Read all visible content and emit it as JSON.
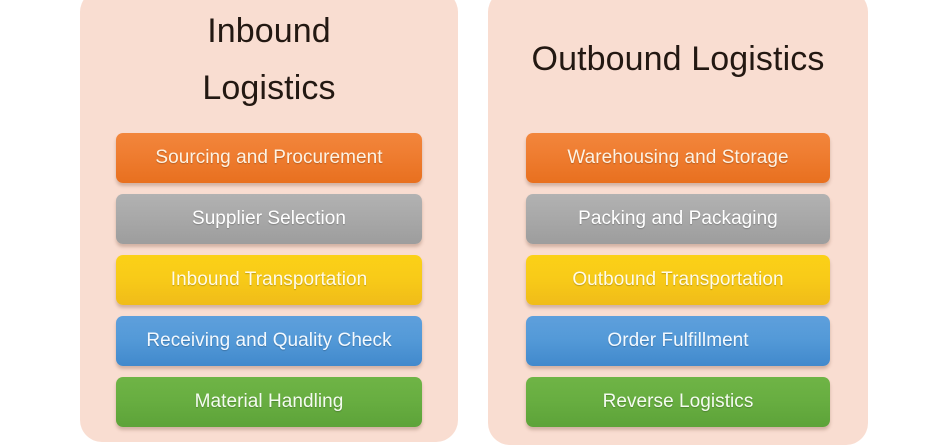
{
  "diagram": {
    "background_color": "#ffffff",
    "panel_color": "#f9ddd1",
    "title_color": "#231812",
    "panels": [
      {
        "id": "inbound",
        "title": "Inbound Logistics",
        "title_line_1": "Inbound",
        "title_line_2": "Logistics",
        "items": [
          {
            "label": "Sourcing and Procurement",
            "color": "#ef7d31",
            "color_name": "orange",
            "text_color": "#fdf2e3"
          },
          {
            "label": "Supplier Selection",
            "color": "#a9a9a9",
            "color_name": "gray",
            "text_color": "#ffffff"
          },
          {
            "label": "Inbound Transportation",
            "color": "#f8cb18",
            "color_name": "yellow",
            "text_color": "#fffbe8"
          },
          {
            "label": "Receiving and Quality Check",
            "color": "#549ad8",
            "color_name": "blue",
            "text_color": "#f2f9ff"
          },
          {
            "label": "Material Handling",
            "color": "#68ae41",
            "color_name": "green",
            "text_color": "#f4fbf0"
          }
        ]
      },
      {
        "id": "outbound",
        "title": "Outbound Logistics",
        "items": [
          {
            "label": "Warehousing and Storage",
            "color": "#ef7d31",
            "color_name": "orange",
            "text_color": "#fdf2e3"
          },
          {
            "label": "Packing and Packaging",
            "color": "#a9a9a9",
            "color_name": "gray",
            "text_color": "#ffffff"
          },
          {
            "label": "Outbound Transportation",
            "color": "#f8cb18",
            "color_name": "yellow",
            "text_color": "#fffbe8"
          },
          {
            "label": "Order Fulfillment",
            "color": "#549ad8",
            "color_name": "blue",
            "text_color": "#f2f9ff"
          },
          {
            "label": "Reverse Logistics",
            "color": "#68ae41",
            "color_name": "green",
            "text_color": "#f4fbf0"
          }
        ]
      }
    ]
  }
}
